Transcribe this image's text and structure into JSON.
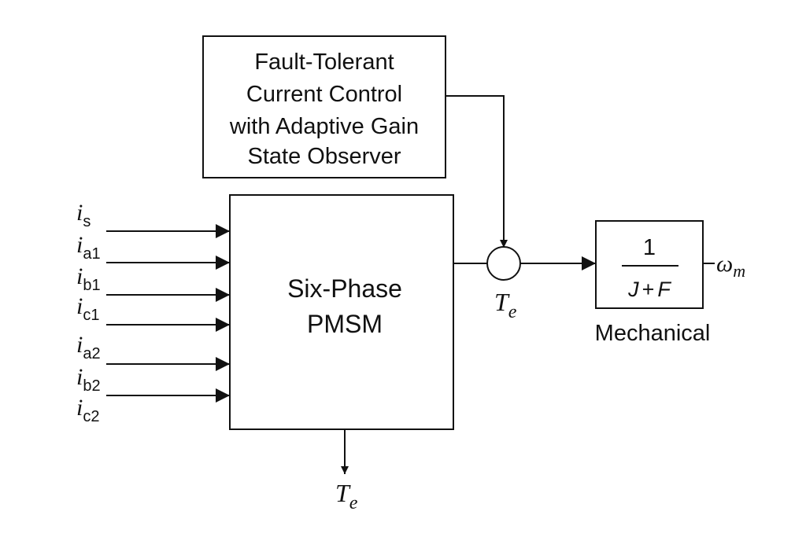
{
  "blocks": {
    "controller": {
      "lines": [
        "Fault-Tolerant",
        "Current Control",
        "with Adaptive Gain",
        "State Observer"
      ]
    },
    "pmsm": {
      "lines": [
        "Six-Phase",
        "PMSM"
      ]
    },
    "mechanical": {
      "numerator": "1",
      "denominator_left": "J",
      "denominator_op": "+",
      "denominator_right": "F",
      "caption": "Mechanical"
    }
  },
  "inputs": [
    {
      "base": "i",
      "sub": "s"
    },
    {
      "base": "i",
      "sub": "a1"
    },
    {
      "base": "i",
      "sub": "b1"
    },
    {
      "base": "i",
      "sub": "c1"
    },
    {
      "base": "i",
      "sub": "a2"
    },
    {
      "base": "i",
      "sub": "b2"
    },
    {
      "base": "i",
      "sub": "c2"
    }
  ],
  "signals": {
    "junction_label": {
      "base": "T",
      "sub": "e"
    },
    "bottom_output": {
      "base": "T",
      "sub": "e"
    },
    "speed_output": {
      "base": "ω",
      "sub": "m"
    }
  },
  "colors": {
    "ink": "#111111",
    "background": "#ffffff"
  }
}
